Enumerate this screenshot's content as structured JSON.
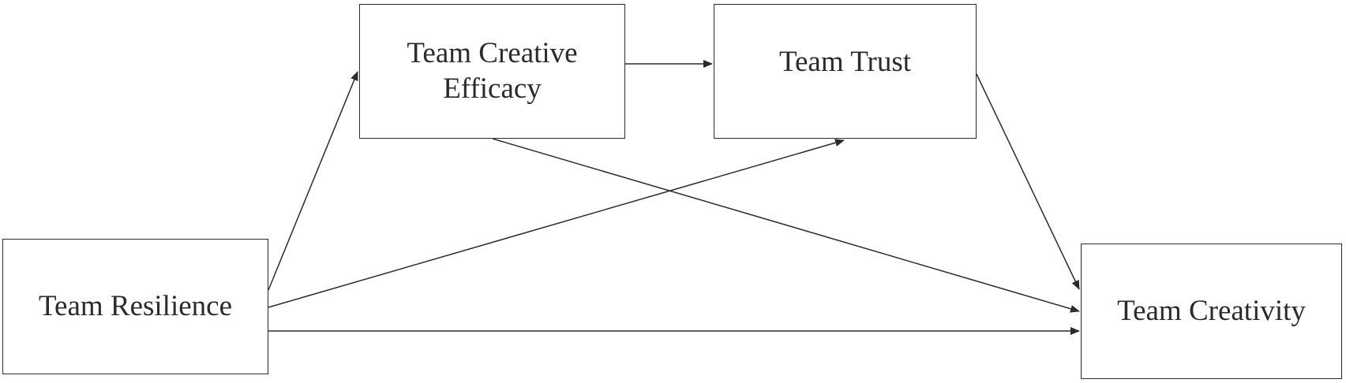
{
  "nodes": {
    "efficacy": "Team Creative\nEfficacy",
    "trust": "Team Trust",
    "resilience": "Team Resilience",
    "creativity": "Team Creativity"
  },
  "edges": [
    {
      "from": "resilience",
      "to": "efficacy"
    },
    {
      "from": "efficacy",
      "to": "trust"
    },
    {
      "from": "resilience",
      "to": "trust"
    },
    {
      "from": "efficacy",
      "to": "creativity"
    },
    {
      "from": "trust",
      "to": "creativity"
    },
    {
      "from": "resilience",
      "to": "creativity"
    }
  ]
}
